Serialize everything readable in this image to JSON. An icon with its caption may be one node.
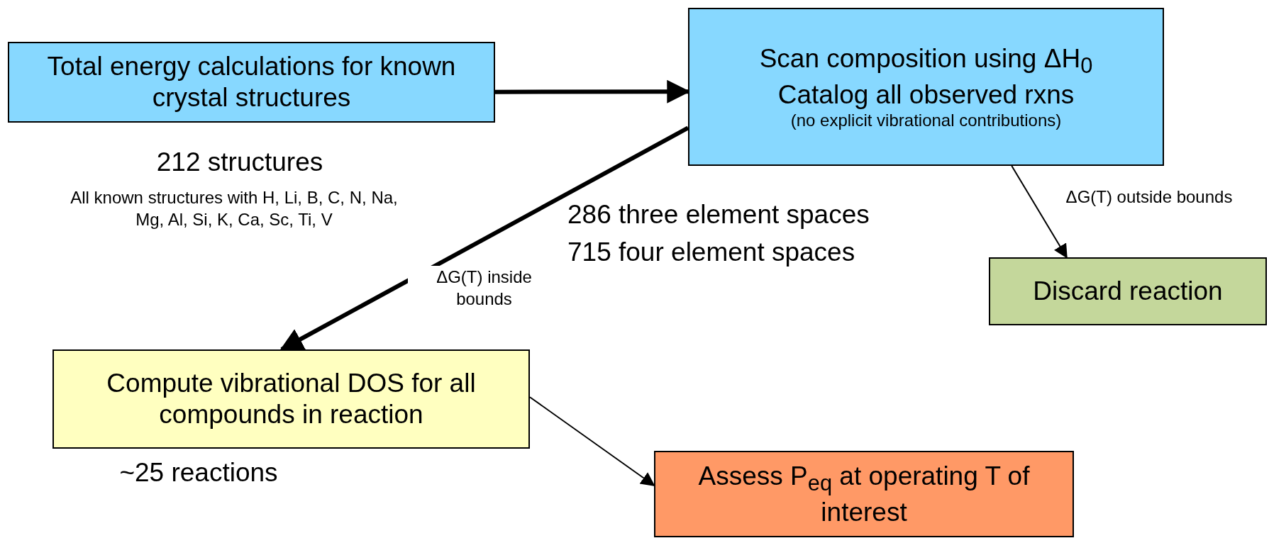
{
  "diagram": {
    "nodes": [
      {
        "text": [
          "Total energy calculations for known crystal structures"
        ],
        "beside": [
          "212 structures",
          "All known structures with H, Li, B, C, N, Na, Mg, Al, Si, K, Ca, Sc, Ti, V"
        ]
      },
      {
        "text": [
          "Scan composition using ΔH$_{0}$",
          "Catalog all observed rxns",
          "(no explicit vibrational contributions)"
        ]
      },
      {
        "text": [
          "Discard reaction"
        ]
      },
      {
        "text": [
          "Compute vibrational DOS for all compounds in reaction"
        ],
        "beside": [
          "~25 reactions"
        ]
      },
      {
        "text": [
          "Assess P$_{eq}$ at operating T of interest"
        ]
      }
    ],
    "edges": [
      {
        "from": 0,
        "to": 1,
        "arrow": "to",
        "style": "thick"
      },
      {
        "from": 1,
        "to": 3,
        "arrow": "to",
        "style": "thick",
        "label": "ΔG(T) inside bounds"
      },
      {
        "from": 1,
        "to": 2,
        "arrow": "to",
        "label": "ΔG(T) outside bounds"
      },
      {
        "from": 3,
        "to": 4,
        "arrow": "to"
      }
    ],
    "labels": [
      "286 three element spaces",
      "715 four element spaces"
    ]
  }
}
